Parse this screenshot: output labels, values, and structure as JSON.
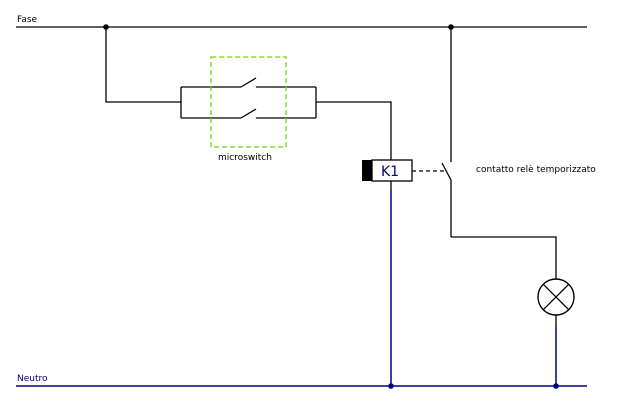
{
  "diagram": {
    "type": "electrical-schematic",
    "labels": {
      "phase": "Fase",
      "neutral": "Neutro",
      "microswitch": "microswitch",
      "relay": "K1",
      "timed_contact": "contatto relè temporizzato"
    },
    "colors": {
      "phase_wire": "#000000",
      "neutral_wire": "#000080",
      "microswitch_group_border": "#66dd00",
      "relay_text": "#000080"
    },
    "components": [
      {
        "id": "microswitch",
        "kind": "two normally-open switches in parallel",
        "grouped": true
      },
      {
        "id": "K1",
        "kind": "relay coil"
      },
      {
        "id": "timed_contact",
        "kind": "normally-open timed relay contact",
        "linked_to": "K1"
      },
      {
        "id": "lamp",
        "kind": "lamp"
      }
    ]
  }
}
